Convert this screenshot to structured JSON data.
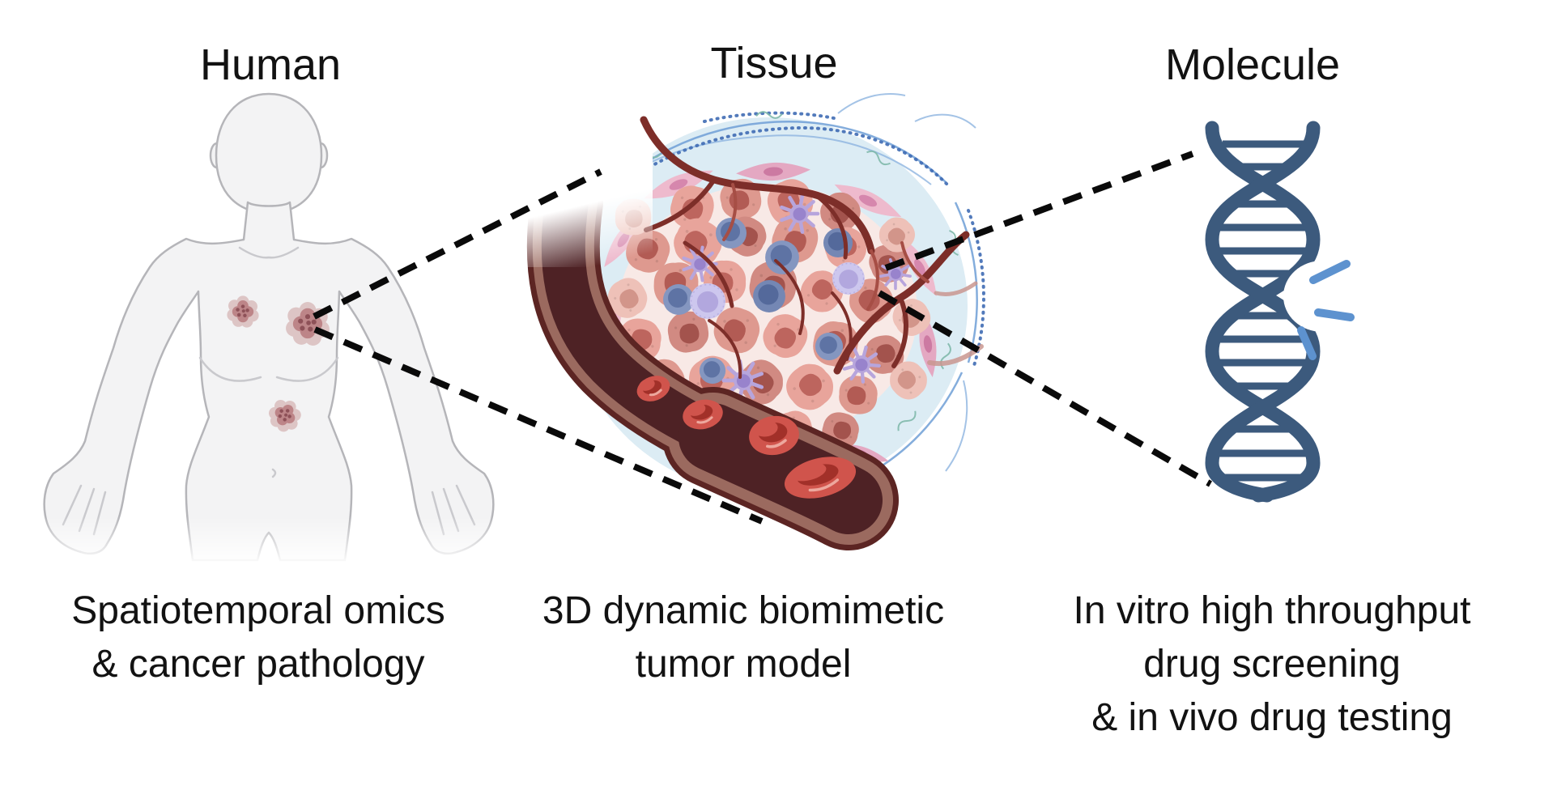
{
  "figure": {
    "background": "#ffffff",
    "type": "three-panel scientific schematic: human to tissue to molecule"
  },
  "panels": {
    "human": {
      "title": "Human",
      "caption_line1": "Spatiotemporal omics",
      "caption_line2": "& cancer pathology"
    },
    "tissue": {
      "title": "Tissue",
      "caption_line1": "3D dynamic biomimetic",
      "caption_line2": "tumor model"
    },
    "molecule": {
      "title": "Molecule",
      "caption_line1": "In vitro high throughput",
      "caption_line2": "drug screening",
      "caption_line3": "& in vivo drug testing"
    }
  },
  "illustrations": {
    "human_figure": "female-body-silhouette-icon",
    "tumor_sites_count": 3,
    "tissue_model": "tumor-microenvironment-spheroid-with-blood-vessel-icon",
    "red_blood_cells_count": 4,
    "molecule_model": "dna-double-helix-with-break-icon",
    "connector_style": "black dashed magnification lines"
  },
  "colors": {
    "text": "#121212",
    "dashed_line": "#0a0a0a",
    "body_fill": "#f3f3f4",
    "body_outline": "#b5b5b9",
    "tumor_marker": "#bd8588",
    "ecm_blue": "#dcecf4",
    "tumor_mass_pink": "#f8e9e6",
    "tumor_cell": "#e8a49b",
    "immune_blue": "#8496c0",
    "immune_purple": "#b7a5dc",
    "vessel_dark": "#5c2523",
    "vessel_wall": "#9b6a5f",
    "vessel_lumen": "#4e2225",
    "red_blood_cell": "#d0544c",
    "dna_strand": "#3c5a7d",
    "dna_break_burst": "#5d92cf"
  }
}
